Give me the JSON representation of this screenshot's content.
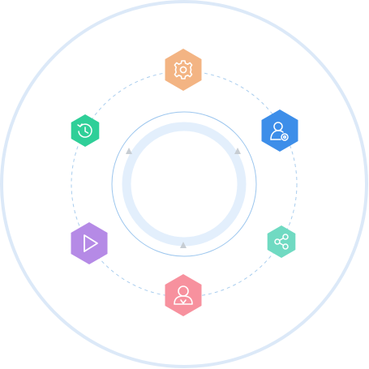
{
  "diagram": {
    "colors": {
      "outer_ring": "#dce9f8",
      "dashed_ring": "#a9cdee",
      "inner_thin_ring": "#9cc6ee",
      "inner_thick_ring": "#e3effc",
      "arrow": "#c7cdd3"
    },
    "nodes": [
      {
        "id": "settings",
        "icon": "gear-icon",
        "color": "#f3b483"
      },
      {
        "id": "user-settings",
        "icon": "user-gear-icon",
        "color": "#3d8ee9"
      },
      {
        "id": "share",
        "icon": "share-icon",
        "color": "#70dac2"
      },
      {
        "id": "user-location",
        "icon": "user-pin-icon",
        "color": "#f7919e"
      },
      {
        "id": "play",
        "icon": "play-icon",
        "color": "#b58ae6"
      },
      {
        "id": "history",
        "icon": "history-icon",
        "color": "#2fcf98"
      }
    ]
  }
}
